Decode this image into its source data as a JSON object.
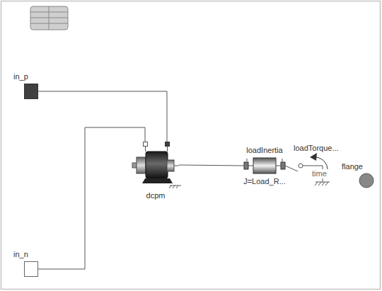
{
  "diagram": {
    "nodes": [
      {
        "text": [
          "in_p"
        ]
      },
      {
        "text": [
          "dcpm"
        ]
      },
      {
        "text": [
          "loadInertia",
          "J=Load_R..."
        ]
      },
      {
        "text": [
          "loadTorque...",
          "time"
        ]
      },
      {
        "text": [
          "flange"
        ]
      },
      {
        "text": [
          "in_n"
        ]
      }
    ],
    "edges": [
      {
        "from": 0,
        "to": 1,
        "arrow": "none"
      },
      {
        "from": 5,
        "to": 1,
        "arrow": "none"
      },
      {
        "from": 1,
        "to": 2,
        "arrow": "none"
      },
      {
        "from": 2,
        "to": 3,
        "arrow": "none"
      }
    ]
  }
}
